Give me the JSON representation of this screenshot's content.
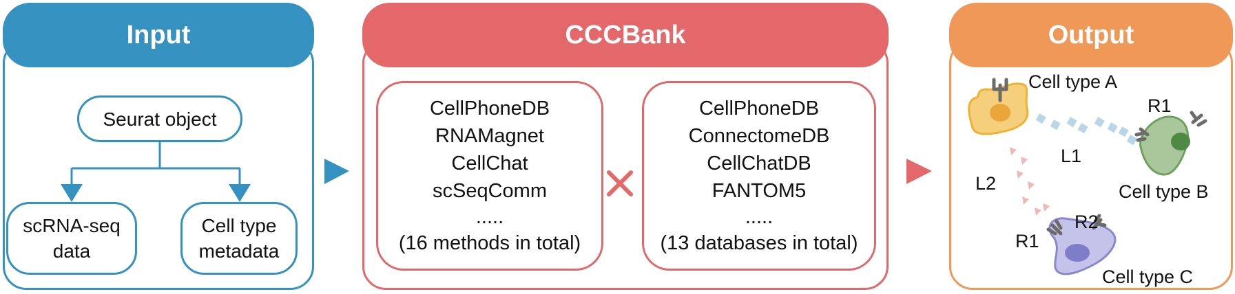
{
  "input": {
    "header": "Input",
    "seurat": "Seurat object",
    "scrna_line1": "scRNA-seq",
    "scrna_line2": "data",
    "celltype_line1": "Cell type",
    "celltype_line2": "metadata"
  },
  "cccbank": {
    "header": "CCCBank",
    "methods": [
      "CellPhoneDB",
      "RNAMagnet",
      "CellChat",
      "scSeqComm",
      ".....",
      "(16 methods in total)"
    ],
    "databases": [
      "CellPhoneDB",
      "ConnectomeDB",
      "CellChatDB",
      "FANTOM5",
      ".....",
      "(13 databases in total)"
    ]
  },
  "output": {
    "header": "Output",
    "cell_a": "Cell type A",
    "cell_b": "Cell type B",
    "cell_c": "Cell type C",
    "l1": "L1",
    "l2": "L2",
    "r1_b": "R1",
    "r1_c": "R1",
    "r2_c": "R2"
  },
  "colors": {
    "input": "#3491c0",
    "cccbank": "#e4686a",
    "output": "#ef9858"
  }
}
